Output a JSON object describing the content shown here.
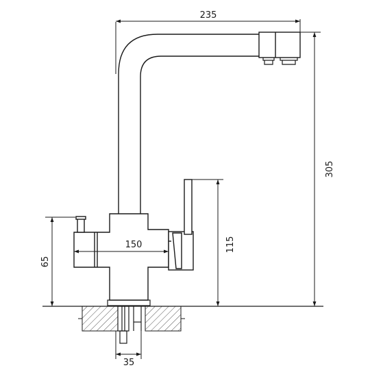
{
  "drawing": {
    "line_color": "#1a1a1a",
    "hatch_color": "#555555",
    "dimensions": {
      "spout_reach": "235",
      "total_height": "305",
      "handle_height": "115",
      "body_width": "150",
      "side_lever_height": "65",
      "mount_diameter": "35"
    }
  }
}
